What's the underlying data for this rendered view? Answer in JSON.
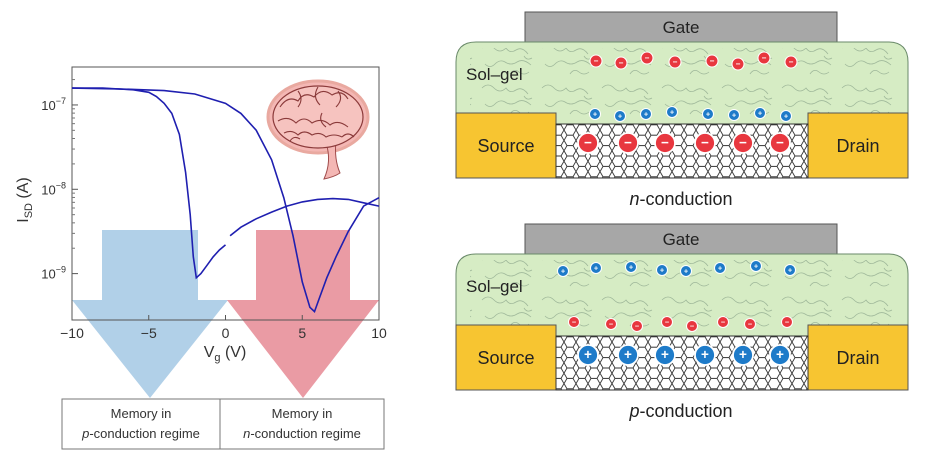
{
  "plot": {
    "x_label": "V",
    "x_label_sub": "g",
    "x_label_unit": " (V)",
    "y_label": "I",
    "y_label_sub": "SD",
    "y_label_unit": " (A)",
    "x_ticks": [
      "−10",
      "−5",
      "0",
      "5",
      "10"
    ],
    "y_ticks": [
      {
        "base": "10",
        "exp": "−7"
      },
      {
        "base": "10",
        "exp": "−8"
      },
      {
        "base": "10",
        "exp": "−9"
      }
    ],
    "brain_icon": "brain-icon",
    "arrow_colors": {
      "p": "#a8cbe6",
      "n": "#e8909a"
    },
    "curve_color": "#1f1fb0"
  },
  "chart_data": {
    "type": "line",
    "xlim": [
      -10,
      10
    ],
    "ylim_log10": [
      -9.55,
      -6.55
    ],
    "y_scale": "log",
    "series": [
      {
        "x": [
          -10,
          -8,
          -6,
          -5,
          -4.5,
          -4,
          -3.5,
          -3,
          -2.6,
          -2.3,
          -2.1,
          -1.9,
          -1.6,
          -1.2,
          -0.8,
          -0.4,
          0
        ],
        "y_log10": [
          -6.8,
          -6.8,
          -6.82,
          -6.85,
          -6.9,
          -6.98,
          -7.1,
          -7.35,
          -7.8,
          -8.3,
          -8.8,
          -9.05,
          -9.0,
          -8.9,
          -8.8,
          -8.72,
          -8.66
        ]
      },
      {
        "x": [
          -10,
          -7,
          -4,
          -2,
          0,
          1,
          2,
          3,
          3.8,
          4.4,
          5,
          5.5,
          5.8,
          6.1,
          6.6,
          7.2,
          8,
          9,
          10
        ],
        "y_log10": [
          -6.8,
          -6.81,
          -6.83,
          -6.87,
          -6.98,
          -7.1,
          -7.3,
          -7.65,
          -8.1,
          -8.55,
          -9.1,
          -9.4,
          -9.45,
          -9.3,
          -9.05,
          -8.8,
          -8.5,
          -8.2,
          -8.1
        ]
      },
      {
        "x": [
          0.3,
          1,
          2,
          3,
          4,
          5,
          6,
          7,
          8,
          9,
          10
        ],
        "y_log10": [
          -8.55,
          -8.45,
          -8.35,
          -8.27,
          -8.2,
          -8.15,
          -8.12,
          -8.11,
          -8.12,
          -8.16,
          -8.2
        ]
      }
    ]
  },
  "memory_boxes": [
    {
      "line1": "Memory in",
      "line2_italic": "p",
      "line2_rest": "-conduction regime"
    },
    {
      "line1": "Memory in",
      "line2_italic": "n",
      "line2_rest": "-conduction regime"
    }
  ],
  "devices": [
    {
      "gate": "Gate",
      "solgel": "Sol–gel",
      "source": "Source",
      "drain": "Drain",
      "caption_italic": "n",
      "caption_rest": "-conduction",
      "top_sign": "−",
      "mid_sign": "+",
      "channel_sign": "−"
    },
    {
      "gate": "Gate",
      "solgel": "Sol–gel",
      "source": "Source",
      "drain": "Drain",
      "caption_italic": "p",
      "caption_rest": "-conduction",
      "top_sign": "+",
      "mid_sign": "−",
      "channel_sign": "+"
    }
  ],
  "colors": {
    "gate": "#a7a7a7",
    "solgel": "#d6ecc4",
    "electrode": "#f7c531",
    "negative": "#e8373f",
    "positive": "#1e7bc9"
  }
}
